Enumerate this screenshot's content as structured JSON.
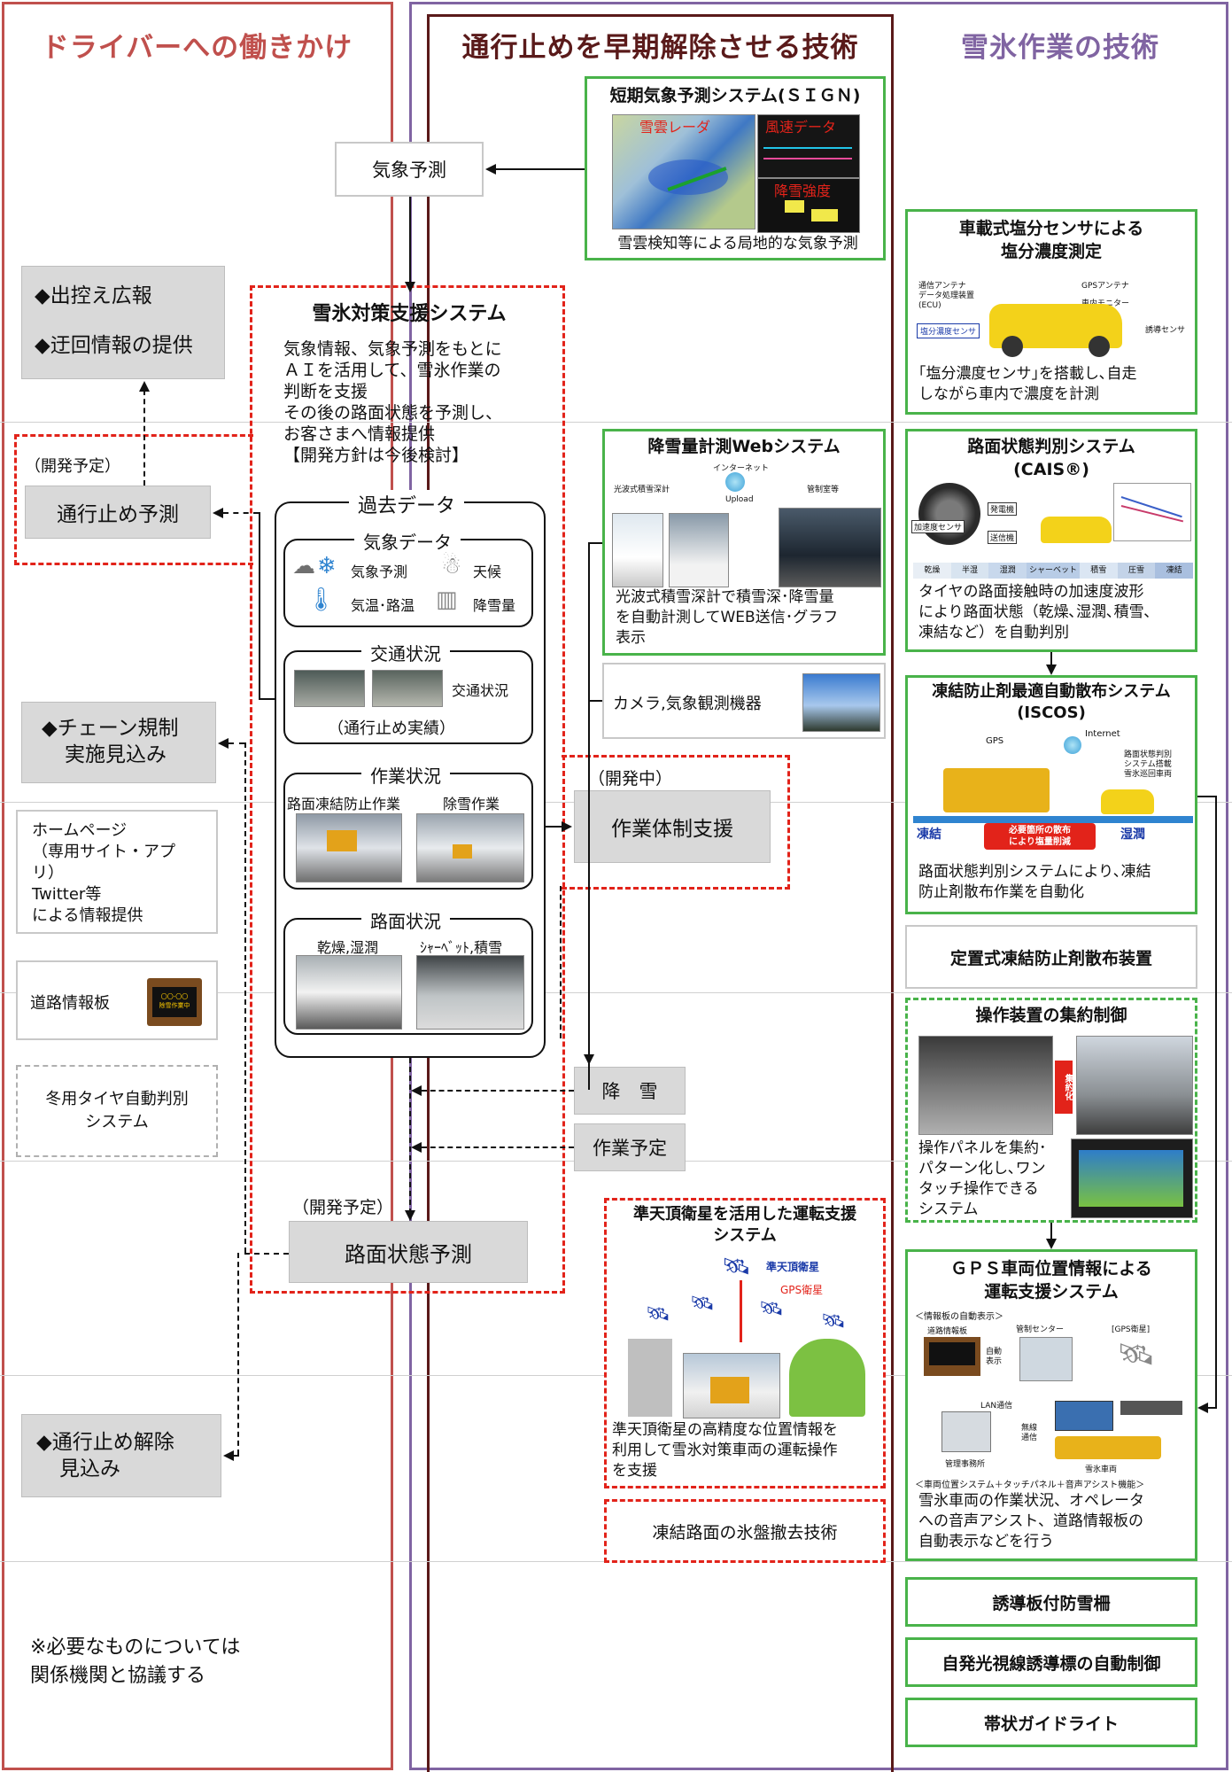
{
  "columns": {
    "driver": {
      "title": "ドライバーへの働きかけ",
      "color": "#c0504d"
    },
    "early": {
      "title": "通行止めを早期解除させる技術",
      "color": "#5a1a1a"
    },
    "snow": {
      "title": "雪氷作業の技術",
      "color": "#8064a2"
    }
  },
  "left": {
    "box1_line1": "◆出控え広報",
    "box1_line2": "◆迂回情報の提供",
    "planned1": "（開発予定）",
    "closure_forecast": "通行止め予測",
    "chain_line1": "◆チェーン規制",
    "chain_line2": "実施見込み",
    "web_info": "ホームページ\n（専用サイト・アプリ）\nTwitter等\nによる情報提供",
    "road_board": "道路情報板",
    "board_sign": "〇〇-〇〇\n除雪作業中",
    "tire_judge": "冬用タイヤ自動判別\nシステム",
    "lift_line1": "◆通行止め解除",
    "lift_line2": "見込み",
    "note": "※必要なものについては\n関係機関と協議する"
  },
  "middle": {
    "weather_forecast": "気象予測",
    "sign_title": "短期気象予測システム(ＳＩＧＮ)",
    "sign_radar": "雪雲レーダ",
    "sign_wind": "風速データ",
    "sign_snow": "降雪強度",
    "sign_caption": "雪雲検知等による局地的な気象予測",
    "support_title": "雪氷対策支援システム",
    "support_desc": "気象情報、気象予測をもとに\nＡＩを活用して、雪氷作業の\n判断を支援\nその後の路面状態を予測し、\nお客さまへ情報提供\n【開発方針は今後検討】",
    "past_data": "過去データ",
    "weather_data": "気象データ",
    "wd_forecast": "気象予測",
    "wd_weather": "天候",
    "wd_temp": "気温･路温",
    "wd_snowfall": "降雪量",
    "traffic": "交通状況",
    "traffic_label": "交通状況",
    "traffic_record": "（通行止め実績）",
    "work": "作業状況",
    "work_antifreeze": "路面凍結防止作業",
    "work_removal": "除雪作業",
    "road": "路面状況",
    "road_dry": "乾燥,湿潤",
    "road_sherbet": "ｼｬｰﾍﾞｯﾄ,積雪",
    "web_title": "降雪量計測Webシステム",
    "web_label_internet": "インターネット",
    "web_label_gauge": "光波式積雪深計",
    "web_label_upload": "Upload",
    "web_label_control": "管制室等",
    "web_caption": "光波式積雪深計で積雪深･降雪量\nを自動計測してWEB送信･グラフ\n表示",
    "camera": "カメラ,気象観測機器",
    "in_dev": "（開発中）",
    "work_support": "作業体制支援",
    "snowfall": "降　雪",
    "work_plan": "作業予定",
    "planned2": "（開発予定）",
    "road_forecast": "路面状態予測",
    "qzs_title": "準天頂衛星を活用した運転支援\nシステム",
    "qzs_label": "準天頂衛星",
    "gps_label": "GPS衛星",
    "qzs_caption": "準天頂衛星の高精度な位置情報を\n利用して雪氷対策車両の運転操作\nを支援",
    "ice_removal": "凍結路面の氷盤撤去技術"
  },
  "right": {
    "salt_title": "車載式塩分センサによる\n塩分濃度測定",
    "salt_labels": [
      "通信アンテナ",
      "データ処理装置\n(ECU)",
      "GPSアンテナ",
      "車内モニター",
      "塩分濃度センサ",
      "誘導センサ"
    ],
    "salt_caption": "｢塩分濃度センサ｣を搭載し､自走\nしながら車内で濃度を計測",
    "cais_title": "路面状態判別システム\n(CAIS®)",
    "cais_labels": [
      "加速度センサ",
      "発電機",
      "送信機"
    ],
    "cais_states": [
      "乾燥",
      "半湿",
      "湿潤",
      "シャーベット",
      "積雪",
      "圧雪",
      "凍結"
    ],
    "cais_caption": "タイヤの路面接触時の加速度波形\nにより路面状態（乾燥､湿潤､積雪､\n凍結など）を自動判別",
    "iscos_title": "凍結防止剤最適自動散布システム\n(ISCOS)",
    "iscos_gps": "GPS",
    "iscos_internet": "Internet",
    "iscos_vehicle": "路面状態判別\nシステム搭載\n雪氷巡回車両",
    "iscos_frozen": "凍結",
    "iscos_wet": "湿潤",
    "iscos_callout": "必要箇所の散布\nにより塩量削減",
    "iscos_caption": "路面状態判別システムにより､凍結\n防止剤散布作業を自動化",
    "fixed_spray": "定置式凍結防止剤散布装置",
    "panel_title": "操作装置の集約制御",
    "panel_arrow": "集約化",
    "panel_caption": "操作パネルを集約･\nパターン化し､ワン\nタッチ操作できる\nシステム",
    "gps_title": "ＧＰＳ車両位置情報による\n運転支援システム",
    "gps_sub1": "＜情報板の自動表示＞",
    "gps_board": "道路情報板",
    "gps_center": "管制センター",
    "gps_sat": "[GPS衛星]",
    "gps_auto": "自動\n表示",
    "gps_lan": "LAN通信",
    "gps_office": "管理事務所",
    "gps_wireless": "無線\n通信",
    "gps_vehicle": "雪氷車両",
    "gps_sub2": "＜車両位置システム＋タッチパネル＋音声アシスト機能＞",
    "gps_caption": "雪氷車両の作業状況、オペレータ\nへの音声アシスト、道路情報板の\n自動表示などを行う",
    "fence": "誘導板付防雪柵",
    "delineator": "自発光視線誘導標の自動制御",
    "guidelight": "帯状ガイドライト"
  }
}
